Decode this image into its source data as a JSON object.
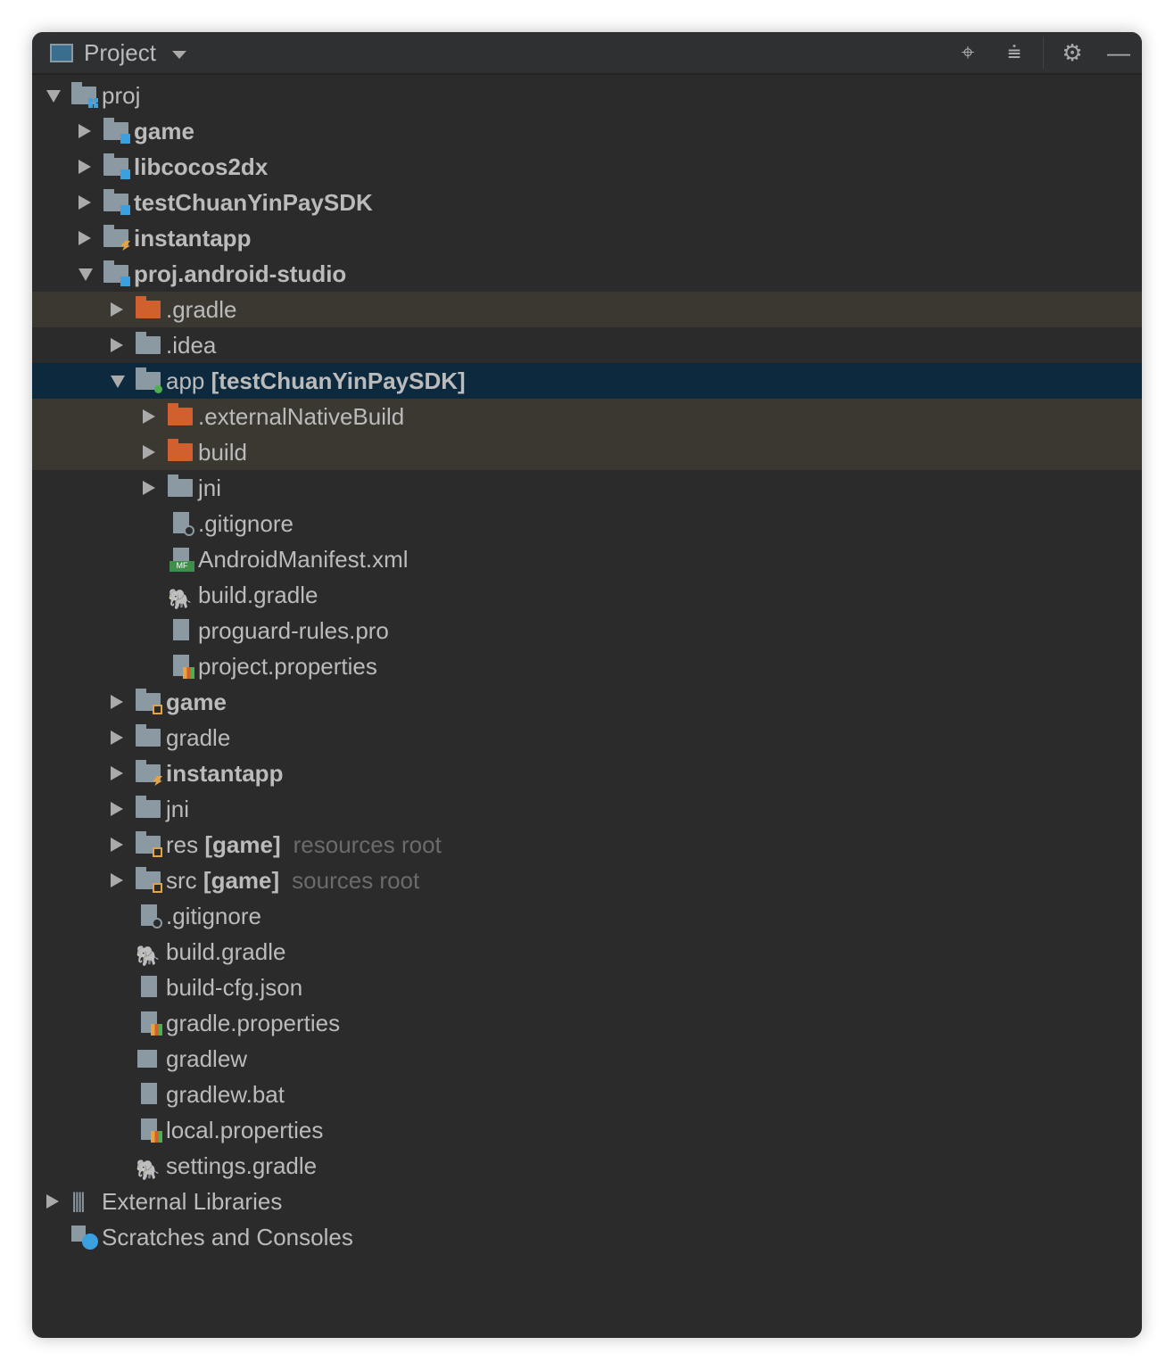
{
  "header": {
    "title": "Project",
    "icons": [
      "locate-icon",
      "collapse-all-icon",
      "gear-icon",
      "minimize-icon"
    ]
  },
  "colors": {
    "module": "#3aa0e0",
    "excluded": "#d0602e",
    "selected": "#0d293e",
    "excluded_bg": "#3b3731"
  },
  "tree": [
    {
      "label": "proj",
      "level": 0,
      "arrow": "down",
      "icon": "project",
      "bold": false
    },
    {
      "label": "game",
      "level": 1,
      "arrow": "right",
      "icon": "module",
      "bold": true
    },
    {
      "label": "libcocos2dx",
      "level": 1,
      "arrow": "right",
      "icon": "module",
      "bold": true
    },
    {
      "label": "testChuanYinPaySDK",
      "level": 1,
      "arrow": "right",
      "icon": "module",
      "bold": true
    },
    {
      "label": "instantapp",
      "level": 1,
      "arrow": "right",
      "icon": "instant",
      "bold": true
    },
    {
      "label": "proj.android-studio",
      "level": 1,
      "arrow": "down",
      "icon": "module",
      "bold": true
    },
    {
      "label": ".gradle",
      "level": 2,
      "arrow": "right",
      "icon": "excluded",
      "bg": "brown"
    },
    {
      "label": ".idea",
      "level": 2,
      "arrow": "right",
      "icon": "folder"
    },
    {
      "label": "app",
      "suffix": "[testChuanYinPaySDK]",
      "level": 2,
      "arrow": "down",
      "icon": "app",
      "bg": "sel"
    },
    {
      "label": ".externalNativeBuild",
      "level": 3,
      "arrow": "right",
      "icon": "excluded",
      "bg": "brown"
    },
    {
      "label": "build",
      "level": 3,
      "arrow": "right",
      "icon": "excluded",
      "bg": "brown"
    },
    {
      "label": "jni",
      "level": 3,
      "arrow": "right",
      "icon": "folder"
    },
    {
      "label": ".gitignore",
      "level": 3,
      "arrow": "none",
      "icon": "gitignore"
    },
    {
      "label": "AndroidManifest.xml",
      "level": 3,
      "arrow": "none",
      "icon": "manifest"
    },
    {
      "label": "build.gradle",
      "level": 3,
      "arrow": "none",
      "icon": "gradle"
    },
    {
      "label": "proguard-rules.pro",
      "level": 3,
      "arrow": "none",
      "icon": "text"
    },
    {
      "label": "project.properties",
      "level": 3,
      "arrow": "none",
      "icon": "properties"
    },
    {
      "label": "game",
      "level": 2,
      "arrow": "right",
      "icon": "module-orange",
      "bold": true
    },
    {
      "label": "gradle",
      "level": 2,
      "arrow": "right",
      "icon": "folder"
    },
    {
      "label": "instantapp",
      "level": 2,
      "arrow": "right",
      "icon": "instant",
      "bold": true
    },
    {
      "label": "jni",
      "level": 2,
      "arrow": "right",
      "icon": "folder"
    },
    {
      "label": "res",
      "suffix": "[game]",
      "hint": "resources root",
      "level": 2,
      "arrow": "right",
      "icon": "module-orange"
    },
    {
      "label": "src",
      "suffix": "[game]",
      "hint": "sources root",
      "level": 2,
      "arrow": "right",
      "icon": "module-orange"
    },
    {
      "label": ".gitignore",
      "level": 2,
      "arrow": "none",
      "icon": "gitignore"
    },
    {
      "label": "build.gradle",
      "level": 2,
      "arrow": "none",
      "icon": "gradle"
    },
    {
      "label": "build-cfg.json",
      "level": 2,
      "arrow": "none",
      "icon": "json"
    },
    {
      "label": "gradle.properties",
      "level": 2,
      "arrow": "none",
      "icon": "properties"
    },
    {
      "label": "gradlew",
      "level": 2,
      "arrow": "none",
      "icon": "shell"
    },
    {
      "label": "gradlew.bat",
      "level": 2,
      "arrow": "none",
      "icon": "text"
    },
    {
      "label": "local.properties",
      "level": 2,
      "arrow": "none",
      "icon": "properties"
    },
    {
      "label": "settings.gradle",
      "level": 2,
      "arrow": "none",
      "icon": "gradle"
    },
    {
      "label": "External Libraries",
      "level": 0,
      "arrow": "right",
      "icon": "libraries"
    },
    {
      "label": "Scratches and Consoles",
      "level": 0,
      "arrow": "none",
      "icon": "scratches"
    }
  ]
}
